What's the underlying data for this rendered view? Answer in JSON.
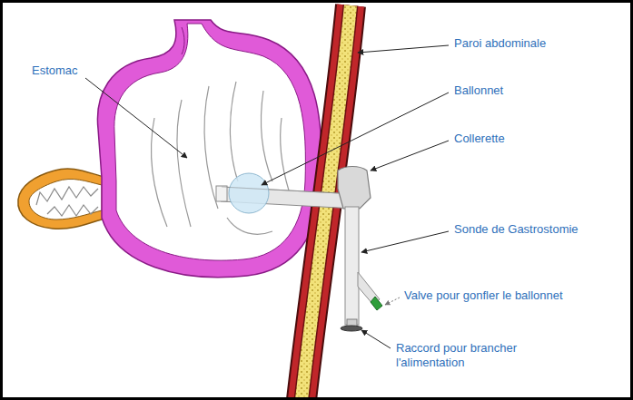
{
  "diagram": {
    "labels": [
      "Estomac",
      "Paroi abdominale",
      "Ballonnet",
      "Collerette",
      "Sonde de Gastrostomie",
      "Valve pour gonfler le ballonnet",
      "Raccord pour brancher l'alimentation"
    ]
  }
}
